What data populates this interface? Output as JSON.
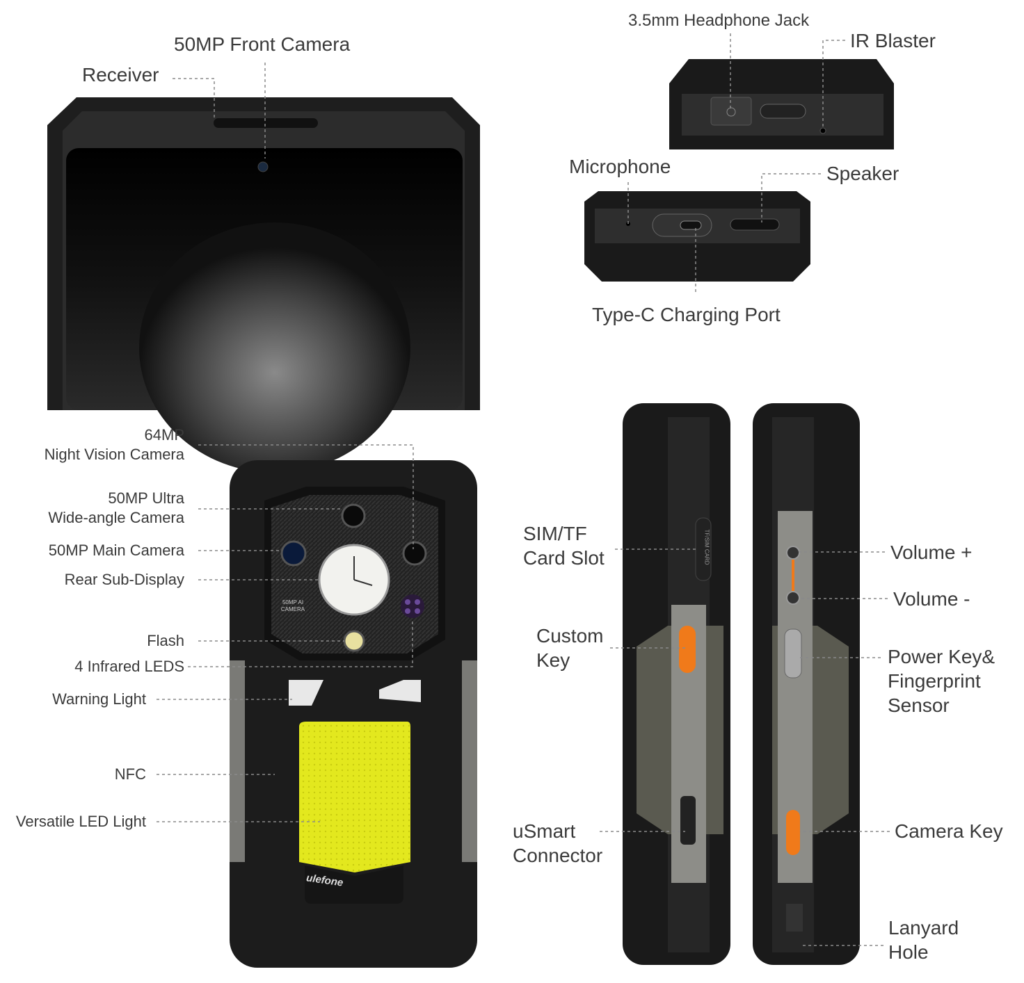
{
  "labels": {
    "front_camera": "50MP Front Camera",
    "receiver": "Receiver",
    "headphone_jack": "3.5mm Headphone Jack",
    "ir_blaster": "IR Blaster",
    "microphone": "Microphone",
    "speaker": "Speaker",
    "type_c": "Type-C Charging Port",
    "night_vision_1": "64MP",
    "night_vision_2": "Night Vision Camera",
    "ultra_wide_1": "50MP Ultra",
    "ultra_wide_2": "Wide-angle Camera",
    "main_camera": "50MP Main Camera",
    "sub_display": "Rear Sub-Display",
    "flash": "Flash",
    "infrared": "4 Infrared LEDS",
    "warning_light": "Warning Light",
    "nfc": "NFC",
    "led_light": "Versatile LED Light",
    "sim_1": "SIM/TF",
    "sim_2": "Card Slot",
    "custom_1": "Custom",
    "custom_2": "Key",
    "usmart_1": "uSmart",
    "usmart_2": "Connector",
    "vol_up": "Volume +",
    "vol_down": "Volume -",
    "power_1": "Power Key&",
    "power_2": "Fingerprint",
    "power_3": "Sensor",
    "camera_key": "Camera Key",
    "lanyard_1": "Lanyard",
    "lanyard_2": "Hole"
  },
  "device_marks": {
    "brand": "ulefone",
    "camera_text": "50MP AI CAMERA",
    "sim_tray_text": "TF/SIM CARD"
  },
  "colors": {
    "body": "#1c1c1c",
    "led_yellow": "#e6ea1f",
    "accent_orange": "#f07a1a",
    "metal": "#8a8a86"
  }
}
